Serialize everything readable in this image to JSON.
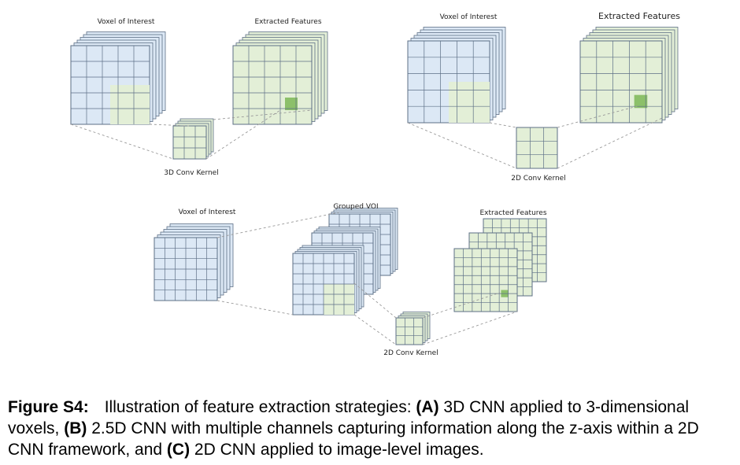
{
  "panel_a": {
    "voi_label": "Voxel of Interest",
    "features_label": "Extracted Features",
    "kernel_label": "3D Conv Kernel"
  },
  "panel_b": {
    "voi_label": "Voxel of Interest",
    "features_label": "Extracted Features",
    "kernel_label": "2D Conv Kernel"
  },
  "panel_c": {
    "voi_label": "Voxel of Interest",
    "grouped_label": "Grouped VOI",
    "features_label": "Extracted Features",
    "kernel_label": "2D Conv Kernel"
  },
  "caption": {
    "figure_label": "Figure S4:",
    "text_1": "Illustration of feature extraction strategies:",
    "label_a": "(A)",
    "text_a": "3D CNN applied to 3-dimensional voxels,",
    "label_b": "(B)",
    "text_b": "2.5D CNN with multiple channels capturing information along the z-axis within a 2D CNN framework, and",
    "label_c": "(C)",
    "text_c": "2D CNN applied to image-level images."
  },
  "colors": {
    "voxel_blue": "#dce8f5",
    "feature_green": "#e3efd7",
    "highlight_green": "#8cc06a",
    "grid_line": "#5d6f86",
    "dashed_line": "#999999"
  }
}
